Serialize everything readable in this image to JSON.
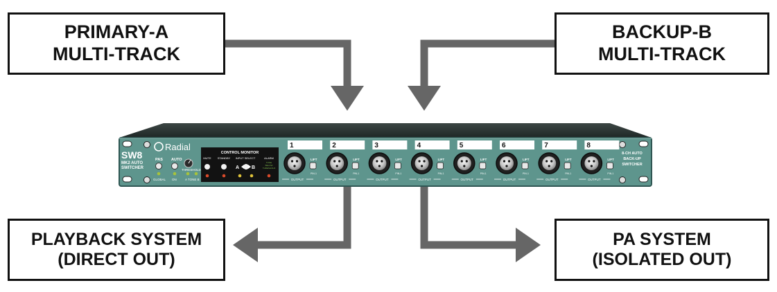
{
  "boxes": {
    "primary": {
      "line1": "PRIMARY-A",
      "line2": "MULTI-TRACK"
    },
    "backup": {
      "line1": "BACKUP-B",
      "line2": "MULTI-TRACK"
    },
    "playback": {
      "line1": "PLAYBACK SYSTEM",
      "line2": "(DIRECT OUT)"
    },
    "pa": {
      "line1": "PA SYSTEM",
      "line2": "(ISOLATED OUT)"
    }
  },
  "device": {
    "model": "SW8",
    "model_sub1": "MK2 AUTO",
    "model_sub2": "SWITCHER",
    "brand": "Radial",
    "pas_label": "PAS",
    "global_label": "GLOBAL",
    "auto_label": "AUTO",
    "on_label": "ON",
    "threshold_label": "THRESHOLD",
    "tone_label": "A TONE B",
    "control_monitor": {
      "title": "CONTROL MONITOR",
      "mute": "MUTE",
      "standby": "STANDBY",
      "input_select": "INPUT SELECT",
      "alarm": "ALARM",
      "alarm_sub1": "TONE",
      "alarm_sub2": "BELOW",
      "alarm_sub3": "THRESHOLD",
      "a": "A",
      "b": "B"
    },
    "channels": [
      "1",
      "2",
      "3",
      "4",
      "5",
      "6",
      "7",
      "8"
    ],
    "lift_label": "LIFT",
    "pin_label": "PIN-1",
    "output_label": "OUTPUT",
    "right_label1": "8-CH AUTO",
    "right_label2": "BACK-UP",
    "right_label3": "SWITCHER"
  },
  "colors": {
    "panel": "#5e958d",
    "panel_dark": "#2f5653",
    "arrow": "#666666",
    "monitor_bg": "#121212",
    "led_red": "#d94a2a",
    "led_yellow": "#e0c33a",
    "led_green": "#a8c43a"
  }
}
